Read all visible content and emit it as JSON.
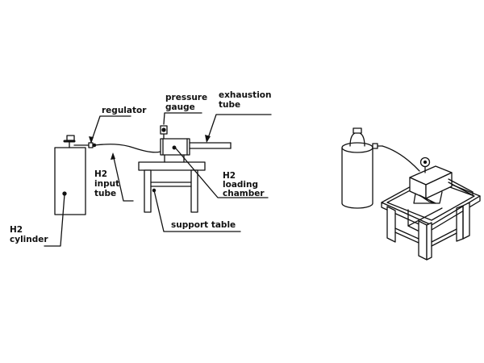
{
  "diagram": {
    "ink_color": "#111111",
    "background": "#ffffff",
    "labels": {
      "regulator": "regulator",
      "pressure_gauge_1": "pressure",
      "pressure_gauge_2": "gauge",
      "exhaustion_tube_1": "exhaustion",
      "exhaustion_tube_2": "tube",
      "h2_input_tube_1": "H2",
      "h2_input_tube_2": "input",
      "h2_input_tube_3": "tube",
      "h2_loading_chamber_1": "H2",
      "h2_loading_chamber_2": "loading",
      "h2_loading_chamber_3": "chamber",
      "support_table": "support table",
      "h2_cylinder_1": "H2",
      "h2_cylinder_2": "cylinder"
    }
  }
}
